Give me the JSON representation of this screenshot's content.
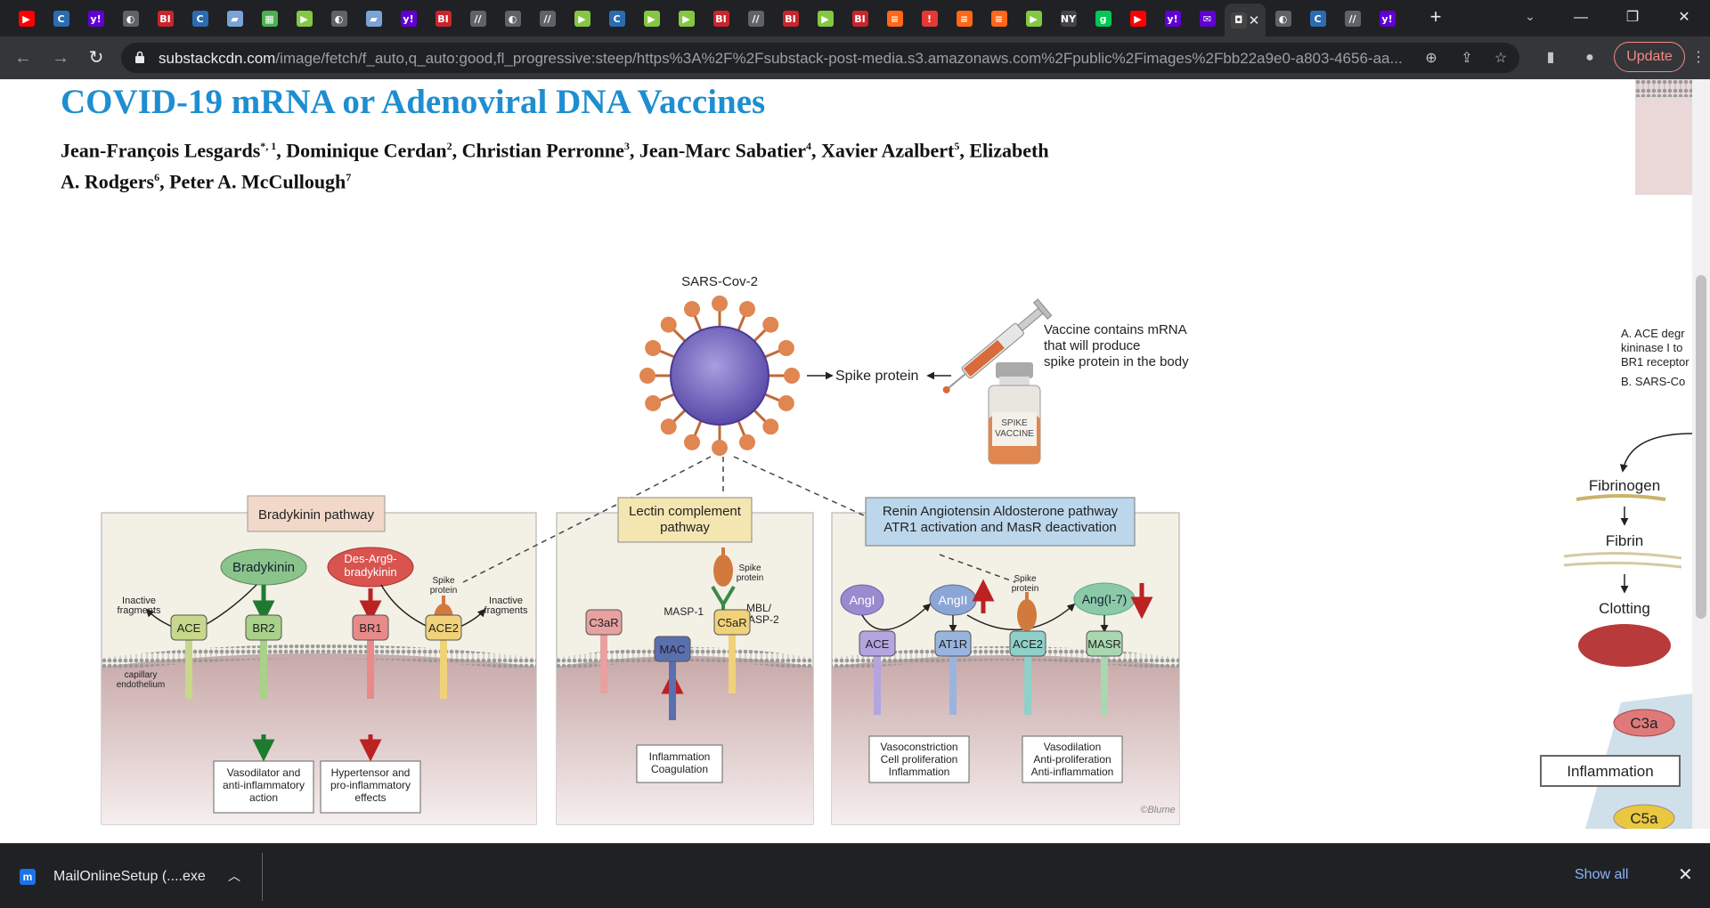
{
  "browser": {
    "tabs": [
      {
        "icon": "youtube-icon",
        "color": "#ff0000",
        "glyph": "▶"
      },
      {
        "icon": "rumble-icon",
        "color": "#2b6cb0",
        "glyph": "C"
      },
      {
        "icon": "yahoo-icon",
        "color": "#6001d2",
        "glyph": "y!"
      },
      {
        "icon": "globe-icon",
        "color": "#5f6368",
        "glyph": "◐"
      },
      {
        "icon": "business-insider-icon",
        "color": "#c9252c",
        "glyph": "BI"
      },
      {
        "icon": "rumble-icon",
        "color": "#2b6cb0",
        "glyph": "C"
      },
      {
        "icon": "document-icon",
        "color": "#7aa3d6",
        "glyph": "▰"
      },
      {
        "icon": "map-icon",
        "color": "#4caf50",
        "glyph": "▦"
      },
      {
        "icon": "rumble-play-icon",
        "color": "#85c742",
        "glyph": "▶"
      },
      {
        "icon": "globe-icon",
        "color": "#5f6368",
        "glyph": "◐"
      },
      {
        "icon": "document-icon",
        "color": "#7aa3d6",
        "glyph": "▰"
      },
      {
        "icon": "yahoo-icon",
        "color": "#6001d2",
        "glyph": "y!"
      },
      {
        "icon": "business-insider-icon",
        "color": "#c9252c",
        "glyph": "BI"
      },
      {
        "icon": "slash-icon",
        "color": "#5f6368",
        "glyph": "//"
      },
      {
        "icon": "globe-icon",
        "color": "#5f6368",
        "glyph": "◐"
      },
      {
        "icon": "slash-icon",
        "color": "#5f6368",
        "glyph": "//"
      },
      {
        "icon": "rumble-play-icon",
        "color": "#85c742",
        "glyph": "▶"
      },
      {
        "icon": "rumble-icon",
        "color": "#2b6cb0",
        "glyph": "C"
      },
      {
        "icon": "rumble-play-icon",
        "color": "#85c742",
        "glyph": "▶"
      },
      {
        "icon": "rumble-play-icon",
        "color": "#85c742",
        "glyph": "▶"
      },
      {
        "icon": "business-insider-icon",
        "color": "#c9252c",
        "glyph": "BI"
      },
      {
        "icon": "slash-icon",
        "color": "#5f6368",
        "glyph": "//"
      },
      {
        "icon": "business-insider-icon",
        "color": "#c9252c",
        "glyph": "BI"
      },
      {
        "icon": "rumble-play-icon",
        "color": "#85c742",
        "glyph": "▶"
      },
      {
        "icon": "business-insider-icon",
        "color": "#c9252c",
        "glyph": "BI"
      },
      {
        "icon": "substack-icon",
        "color": "#ff6719",
        "glyph": "≡"
      },
      {
        "icon": "badge-icon",
        "color": "#e53935",
        "glyph": "!"
      },
      {
        "icon": "substack-icon",
        "color": "#ff6719",
        "glyph": "≡"
      },
      {
        "icon": "substack-icon",
        "color": "#ff6719",
        "glyph": "≡"
      },
      {
        "icon": "rumble-play-icon",
        "color": "#85c742",
        "glyph": "▶"
      },
      {
        "icon": "news-icon",
        "color": "#444",
        "glyph": "NY"
      },
      {
        "icon": "g-icon",
        "color": "#00c853",
        "glyph": "g"
      },
      {
        "icon": "youtube-icon",
        "color": "#ff0000",
        "glyph": "▶"
      },
      {
        "icon": "yahoo-icon",
        "color": "#6001d2",
        "glyph": "y!"
      },
      {
        "icon": "yahoo-mail-icon",
        "color": "#6001d2",
        "glyph": "✉"
      },
      {
        "icon": "substack-cdn-icon",
        "color": "#444",
        "glyph": "◘",
        "active": true
      },
      {
        "icon": "globe-icon",
        "color": "#5f6368",
        "glyph": "◐"
      },
      {
        "icon": "rumble-icon",
        "color": "#2b6cb0",
        "glyph": "C"
      },
      {
        "icon": "slash-icon",
        "color": "#5f6368",
        "glyph": "//"
      },
      {
        "icon": "yahoo-icon",
        "color": "#6001d2",
        "glyph": "y!"
      }
    ],
    "url_host": "substackcdn.com",
    "url_rest": "/image/fetch/f_auto,q_auto:good,fl_progressive:steep/https%3A%2F%2Fsubstack-post-media.s3.amazonaws.com%2Fpublic%2Fimages%2Fbb22a9e0-a803-4656-aa...",
    "update_label": "Update",
    "accent": "#f28b82"
  },
  "page": {
    "title": "COVID-19 mRNA or Adenoviral DNA Vaccines",
    "authors_line1_parts": [
      "Jean-François Lesgards",
      "*, 1",
      ", Dominique Cerdan",
      "2",
      ", Christian Perronne",
      "3",
      ", Jean-Marc Sabatier",
      "4",
      ", Xavier Azalbert",
      "5",
      ", Elizabeth"
    ],
    "authors_line2_parts": [
      "A. Rodgers",
      "6",
      ", Peter A. McCullough",
      "7"
    ]
  },
  "figure": {
    "virus_label": "SARS-Cov-2",
    "spike_label": "Spike protein",
    "vaccine_text": [
      "Vaccine contains mRNA",
      "that will produce",
      "spike protein in the body"
    ],
    "vial_label": [
      "SPIKE",
      "VACCINE"
    ],
    "panel1": {
      "title": "Bradykinin pathway",
      "bradykinin": "Bradykinin",
      "desarg": [
        "Des-Arg9-",
        "bradykinin"
      ],
      "inactive_left": [
        "Inactive",
        "fragments"
      ],
      "inactive_right": [
        "Inactive",
        "fragments"
      ],
      "spike_small": [
        "Spike",
        "protein"
      ],
      "receptors": [
        "ACE",
        "BR2",
        "BR1",
        "ACE2"
      ],
      "capillary": [
        "capillary",
        "endothelium"
      ],
      "out1": [
        "Vasodilator and",
        "anti-inflammatory",
        "action"
      ],
      "out2": [
        "Hypertensor and",
        "pro-inflammatory",
        "effects"
      ]
    },
    "panel2": {
      "title": [
        "Lectin complement",
        "pathway"
      ],
      "spike_small": [
        "Spike",
        "protein"
      ],
      "masp1": "MASP-1",
      "mbl": [
        "MBL/",
        "MASP-2"
      ],
      "receptors": [
        "C3aR",
        "MAC",
        "C5aR"
      ],
      "out": [
        "Inflammation",
        "Coagulation"
      ]
    },
    "panel3": {
      "title": [
        "Renin Angiotensin Aldosterone pathway",
        "ATR1 activation and MasR deactivation"
      ],
      "angI": "AngI",
      "angII": "AngII",
      "ang17": "Ang(I-7)",
      "spike_small": [
        "Spike",
        "protein"
      ],
      "receptors": [
        "ACE",
        "AT1R",
        "ACE2",
        "MASR"
      ],
      "out1": [
        "Vasoconstriction",
        "Cell proliferation",
        "Inflammation"
      ],
      "out2": [
        "Vasodilation",
        "Anti-proliferation",
        "Anti-inflammation"
      ]
    },
    "signature": "©Blume"
  },
  "right_figure": {
    "caption": [
      "A. ACE degr",
      "kininase I to",
      "BR1 receptor",
      "B. SARS-Co"
    ],
    "fibrinogen": "Fibrinogen",
    "fibrin": "Fibrin",
    "clotting": "Clotting",
    "c3a": "C3a",
    "inflammation": "Inflammation",
    "c5a": "C5a"
  },
  "downloads": {
    "file_name": "MailOnlineSetup (....exe",
    "show_all": "Show all"
  }
}
